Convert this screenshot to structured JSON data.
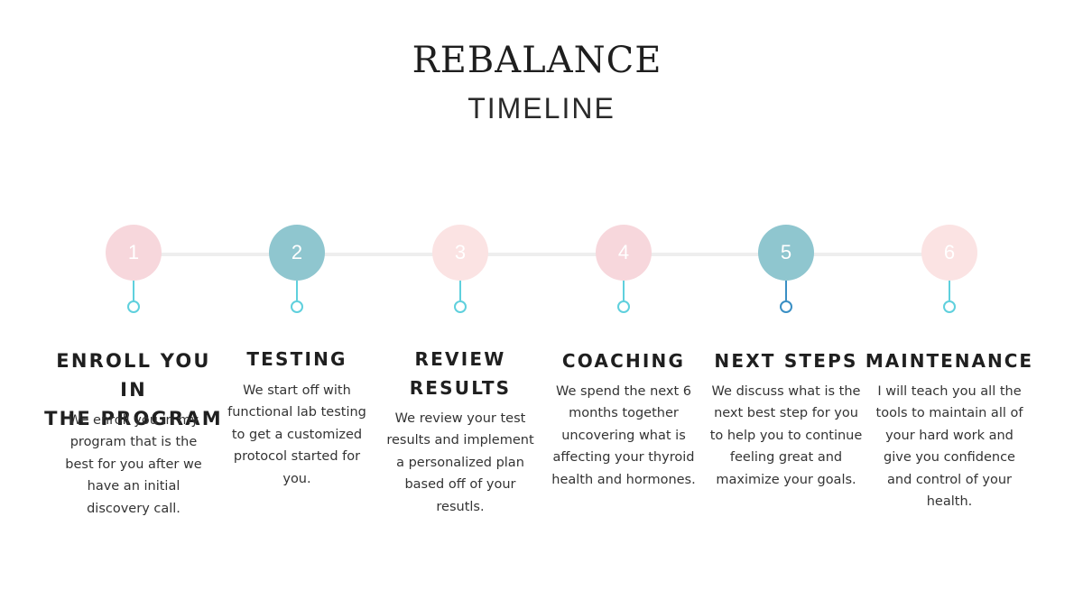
{
  "title": "REBALANCE",
  "subtitle": "TIMELINE",
  "colors": {
    "pink": "#f7d7dc",
    "light_pink": "#fbe3e3",
    "teal": "#8fc6cf",
    "cyan_stem": "#5fd0dd",
    "blue_stem": "#3a8fc4",
    "track": "#eeeeee"
  },
  "steps": [
    {
      "number": "1",
      "heading_line1": "ENROLL YOU IN",
      "heading_line2": "THE PROGRAM",
      "description": "We enroll you in my program that is the best for you after we have an initial discovery call."
    },
    {
      "number": "2",
      "heading_line1": "TESTING",
      "heading_line2": "",
      "description": "We start off with functional lab testing to get a customized protocol started for you."
    },
    {
      "number": "3",
      "heading_line1": "REVIEW",
      "heading_line2": "RESULTS",
      "description": "We review your test results and implement a personalized plan based off of your resutls."
    },
    {
      "number": "4",
      "heading_line1": "COACHING",
      "heading_line2": "",
      "description": "We spend the next 6 months together uncovering what is affecting your thyroid health and hormones."
    },
    {
      "number": "5",
      "heading_line1": "NEXT STEPS",
      "heading_line2": "",
      "description": "We discuss what is the next best step for you to help you to continue feeling great and maximize your goals."
    },
    {
      "number": "6",
      "heading_line1": "MAINTENANCE",
      "heading_line2": "",
      "description": "I will teach you all the tools to maintain all of your hard work and give you confidence and control of your health."
    }
  ]
}
